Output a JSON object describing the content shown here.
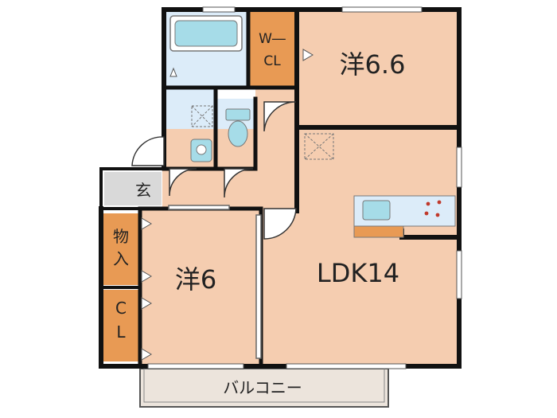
{
  "rooms": {
    "western_66": {
      "label": "洋6.6"
    },
    "western_6": {
      "label": "洋6"
    },
    "ldk": {
      "label": "LDK14"
    },
    "walk_in_closet": {
      "line1": "W―",
      "line2": "CL"
    },
    "closet": {
      "line1": "C",
      "line2": "L"
    },
    "storage": {
      "line1": "物",
      "line2": "入"
    },
    "entrance": {
      "label": "玄"
    },
    "balcony": {
      "label": "バルコニー"
    }
  },
  "colors": {
    "room_floor": "#f5cdb0",
    "closet_floor": "#e89a54",
    "wet_area": "#dcecf9",
    "fixture": "#a6dce8",
    "entrance_floor": "#d9d9d9",
    "balcony_floor": "#ece4dc",
    "wall": "#111111"
  },
  "icons": {
    "bathtub": "bathtub-icon",
    "toilet": "toilet-icon",
    "washbasin": "washbasin-icon",
    "kitchen_sink": "kitchen-sink-icon",
    "stove": "stove-icon",
    "hatch": "ceiling-hatch-icon"
  }
}
